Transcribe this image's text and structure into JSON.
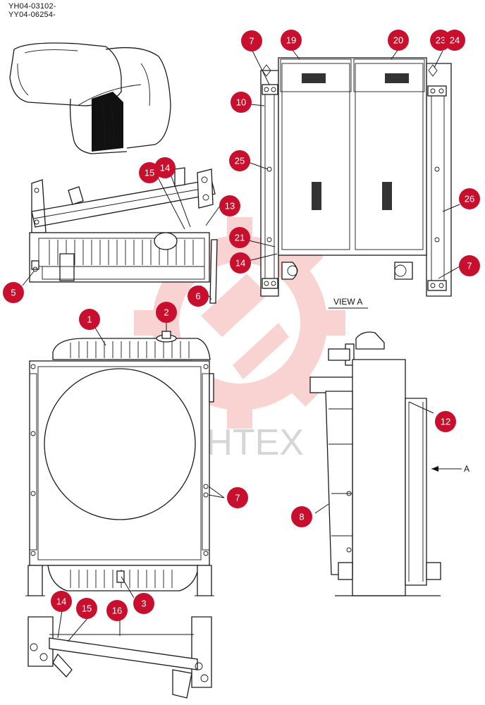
{
  "header": {
    "code_line_1": "YH04-03102-",
    "code_line_2": "YY04-06254-"
  },
  "watermark": {
    "text": "ИНТЕХ",
    "color": "#e53935"
  },
  "view_a": {
    "title": "VIEW A",
    "arrow_label": "A"
  },
  "callouts": [
    {
      "id": "c1",
      "label": "1"
    },
    {
      "id": "c2",
      "label": "2"
    },
    {
      "id": "c3",
      "label": "3"
    },
    {
      "id": "c5",
      "label": "5"
    },
    {
      "id": "c6",
      "label": "6"
    },
    {
      "id": "c7a",
      "label": "7"
    },
    {
      "id": "c7b",
      "label": "7"
    },
    {
      "id": "c7c",
      "label": "7"
    },
    {
      "id": "c8",
      "label": "8"
    },
    {
      "id": "c10",
      "label": "10"
    },
    {
      "id": "c12",
      "label": "12"
    },
    {
      "id": "c13",
      "label": "13"
    },
    {
      "id": "c14a",
      "label": "14"
    },
    {
      "id": "c14b",
      "label": "14"
    },
    {
      "id": "c14c",
      "label": "14"
    },
    {
      "id": "c15a",
      "label": "15"
    },
    {
      "id": "c15b",
      "label": "15"
    },
    {
      "id": "c16",
      "label": "16"
    },
    {
      "id": "c19",
      "label": "19"
    },
    {
      "id": "c20",
      "label": "20"
    },
    {
      "id": "c21",
      "label": "21"
    },
    {
      "id": "c23",
      "label": "23"
    },
    {
      "id": "c24",
      "label": "24"
    },
    {
      "id": "c25",
      "label": "25"
    },
    {
      "id": "c26",
      "label": "26"
    }
  ],
  "colors": {
    "callout": "#c8102e",
    "line": "#1a1a1a"
  }
}
